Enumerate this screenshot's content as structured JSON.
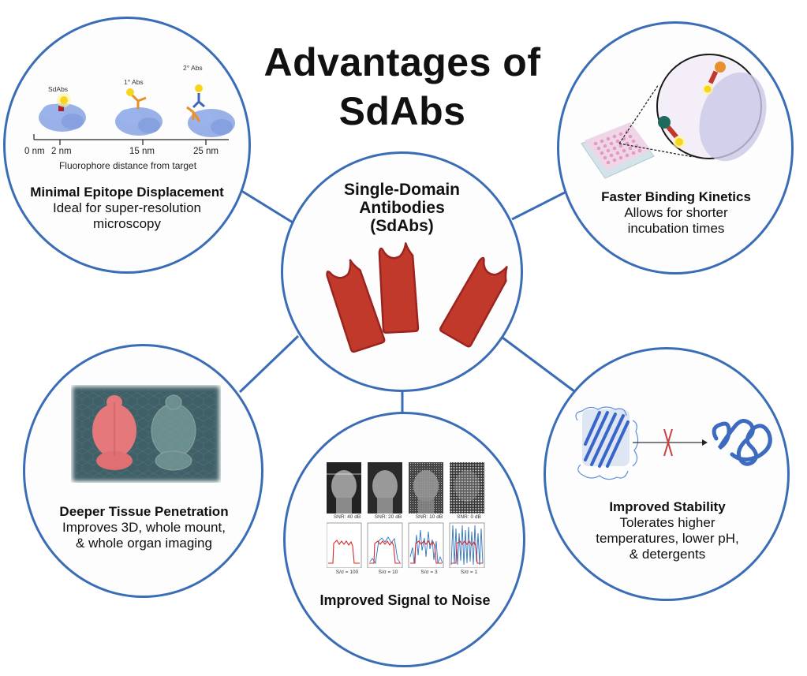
{
  "title": {
    "line1": "Advantages of",
    "line2": "SdAbs"
  },
  "center": {
    "title_line1": "Single-Domain",
    "title_line2": "Antibodies",
    "title_line3": "(SdAbs)",
    "icon": "single-domain-antibody-icon"
  },
  "panels": {
    "epitope": {
      "title": "Minimal Epitope Displacement",
      "sub_line1": "Ideal for super-resolution",
      "sub_line2": "microscopy",
      "labels": {
        "sdabs": "SdAbs",
        "primary": "1° Abs",
        "secondary": "2° Abs"
      },
      "axis": {
        "ticks": [
          "0 nm",
          "2 nm",
          "15 nm",
          "25 nm"
        ],
        "caption": "Fluorophore distance from target"
      }
    },
    "kinetics": {
      "title": "Faster Binding Kinetics",
      "sub_line1": "Allows for shorter",
      "sub_line2": "incubation times",
      "icon": "well-plate-magnified-icon"
    },
    "tissue": {
      "title": "Deeper Tissue Penetration",
      "sub_line1": "Improves 3D, whole mount,",
      "sub_line2": "& whole organ imaging",
      "icon": "cleared-brain-image"
    },
    "signal": {
      "title": "Improved Signal to Noise",
      "snr_labels": [
        "SNR: 40 dB",
        "SNR: 20 dB",
        "SNR: 10 dB",
        "SNR:  0 dB"
      ],
      "ratio_labels": [
        "S/σ = 100",
        "S/σ = 10",
        "S/σ = 3",
        "S/σ = 1"
      ]
    },
    "stability": {
      "title": "Improved Stability",
      "sub_line1": "Tolerates higher",
      "sub_line2": "temperatures, lower pH,",
      "sub_line3": "& detergents",
      "icon": "protein-unfolding-blocked-icon"
    }
  },
  "colors": {
    "stroke": "#3a6db5",
    "antibody_red": "#c0392b",
    "antibody_outline": "#9b2420",
    "circle_fill": "#fdfdfd"
  }
}
